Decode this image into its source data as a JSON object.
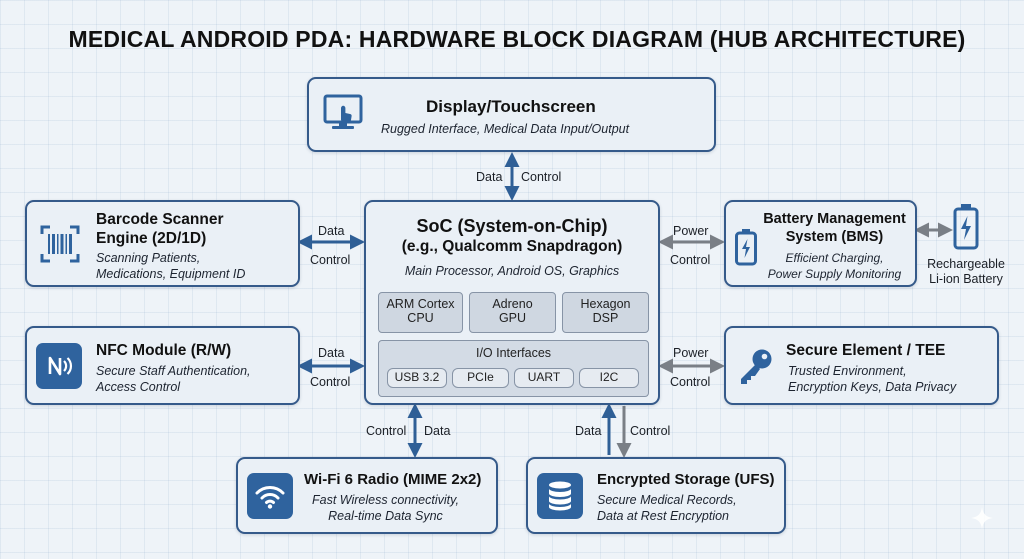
{
  "title": "MEDICAL ANDROID PDA: HARDWARE BLOCK DIAGRAM (HUB ARCHITECTURE)",
  "display": {
    "name": "Display/Touchscreen",
    "desc": "Rugged Interface, Medical Data Input/Output",
    "icon": "touchscreen-icon"
  },
  "soc": {
    "name": "SoC (System-on-Chip)",
    "subname": "(e.g., Qualcomm Snapdragon)",
    "desc": "Main Processor, Android OS, Graphics",
    "cores": [
      {
        "line1": "ARM Cortex",
        "line2": "CPU"
      },
      {
        "line1": "Adreno",
        "line2": "GPU"
      },
      {
        "line1": "Hexagon",
        "line2": "DSP"
      }
    ],
    "io_title": "I/O Interfaces",
    "io": [
      "USB 3.2",
      "PCIe",
      "UART",
      "I2C"
    ]
  },
  "barcode": {
    "name_line1": "Barcode Scanner",
    "name_line2": "Engine (2D/1D)",
    "desc_line1": "Scanning Patients,",
    "desc_line2": "Medications, Equipment ID",
    "icon": "barcode-icon"
  },
  "nfc": {
    "name": "NFC Module (R/W)",
    "desc_line1": "Secure Staff Authentication,",
    "desc_line2": "Access Control",
    "icon": "nfc-icon"
  },
  "bms": {
    "name_line1": "Battery Management",
    "name_line2": "System (BMS)",
    "desc_line1": "Efficient Charging,",
    "desc_line2": "Power Supply Monitoring",
    "icon": "battery-icon"
  },
  "battery": {
    "label_line1": "Rechargeable",
    "label_line2": "Li-ion Battery",
    "icon": "battery-icon"
  },
  "secure": {
    "name": "Secure Element / TEE",
    "desc_line1": "Trusted Environment,",
    "desc_line2": "Encryption Keys, Data Privacy",
    "icon": "key-icon"
  },
  "wifi": {
    "name": "Wi-Fi 6 Radio (MIME 2x2)",
    "desc_line1": "Fast Wireless connectivity,",
    "desc_line2": "Real-time Data Sync",
    "icon": "wifi-icon"
  },
  "storage": {
    "name": "Encrypted Storage (UFS)",
    "desc_line1": "Secure Medical Records,",
    "desc_line2": "Data at Rest Encryption",
    "icon": "database-icon"
  },
  "links": {
    "display_soc": {
      "a": "Data",
      "b": "Control"
    },
    "barcode_soc": {
      "a": "Data",
      "b": "Control"
    },
    "nfc_soc": {
      "a": "Data",
      "b": "Control"
    },
    "bms_soc": {
      "a": "Power",
      "b": "Control"
    },
    "secure_soc": {
      "a": "Power",
      "b": "Control"
    },
    "wifi_soc": {
      "a": "Control",
      "b": "Data"
    },
    "storage_soc": {
      "a": "Data",
      "b": "Control"
    }
  },
  "colors": {
    "accent": "#2f639e",
    "border": "#355a8a",
    "box_fill": "#eaf0f6",
    "power_arrow": "#7a7f86"
  }
}
